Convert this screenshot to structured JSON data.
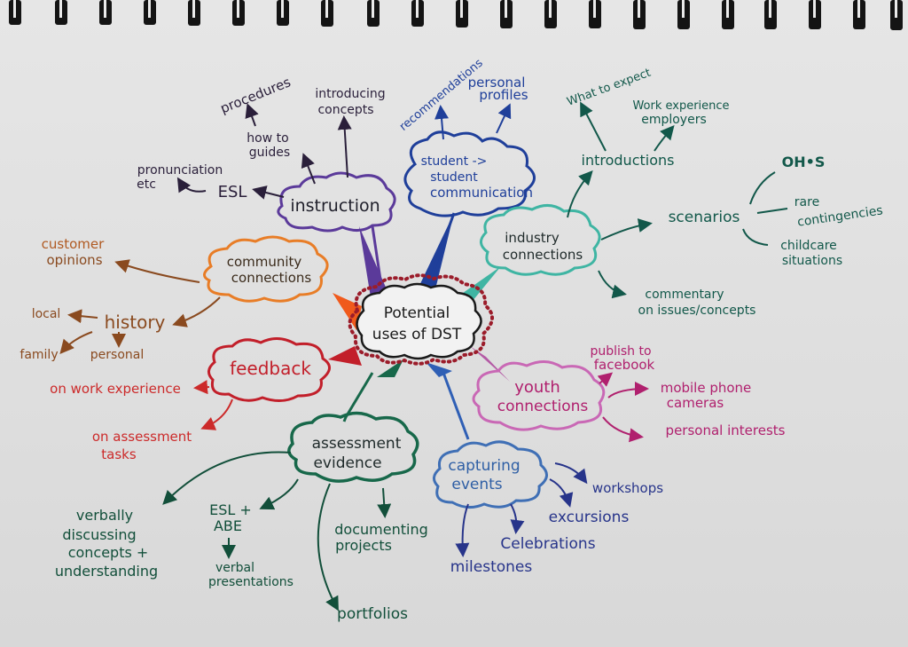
{
  "center": {
    "line1": "Potential",
    "line2": "uses of DST",
    "color": "#1a1a1a",
    "dots": "#9b1c2a"
  },
  "colors": {
    "instruction": "#5b3a9a",
    "student": "#1f3f9a",
    "industry": "#3fb5a3",
    "industry_text": "#12584a",
    "community": "#e87d27",
    "community_text": "#8a4a1f",
    "feedback": "#c21f2a",
    "feedback_text": "#cc2a2a",
    "youth": "#c968b5",
    "youth_text": "#b0206e",
    "assessment": "#17684a",
    "assessment_text": "#124f3a",
    "events": "#3f6fb5",
    "events_text": "#27348a",
    "dark": "#1f1f2a"
  },
  "nodes": {
    "instruction": {
      "label": "instruction",
      "children": {
        "esl": "ESL",
        "pronunciation_1": "pronunciation",
        "pronunciation_2": "etc",
        "howto_1": "how to",
        "howto_2": "guides",
        "procedures": "procedures",
        "introducing_1": "introducing",
        "introducing_2": "concepts"
      }
    },
    "student": {
      "label_1": "student ->",
      "label_2": "student",
      "label_3": "communication",
      "children": {
        "recommendations": "recommendations",
        "profiles_1": "personal",
        "profiles_2": "profiles"
      }
    },
    "industry": {
      "label_1": "industry",
      "label_2": "connections",
      "children": {
        "introductions": "introductions",
        "what_to_expect": "What to expect",
        "work_exp_1": "Work experience",
        "work_exp_2": "employers",
        "scenarios": "scenarios",
        "ohs": "OH•S",
        "rare_1": "rare",
        "rare_2": "contingencies",
        "childcare_1": "childcare",
        "childcare_2": "situations",
        "commentary_1": "commentary",
        "commentary_2": "on issues/concepts"
      }
    },
    "community": {
      "label_1": "community",
      "label_2": "connections",
      "children": {
        "customer_1": "customer",
        "customer_2": "opinions",
        "history": "history",
        "local": "local",
        "family": "family",
        "personal": "personal"
      }
    },
    "feedback": {
      "label": "feedback",
      "children": {
        "work": "on work experience",
        "assess_1": "on assessment",
        "assess_2": "tasks"
      }
    },
    "youth": {
      "label_1": "youth",
      "label_2": "connections",
      "children": {
        "facebook_1": "publish to",
        "facebook_2": "facebook",
        "mobile_1": "mobile phone",
        "mobile_2": "cameras",
        "interests": "personal interests"
      }
    },
    "assessment": {
      "label_1": "assessment",
      "label_2": "evidence",
      "children": {
        "verbal_1": "verbally",
        "verbal_2": "discussing",
        "verbal_3": "concepts +",
        "verbal_4": "understanding",
        "esl_1": "ESL +",
        "esl_2": "ABE",
        "pres_1": "verbal",
        "pres_2": "presentations",
        "doc_1": "documenting",
        "doc_2": "projects",
        "portfolios": "portfolios"
      }
    },
    "events": {
      "label_1": "capturing",
      "label_2": "events",
      "children": {
        "workshops": "workshops",
        "excursions": "excursions",
        "celebrations": "Celebrations",
        "milestones": "milestones"
      }
    }
  }
}
